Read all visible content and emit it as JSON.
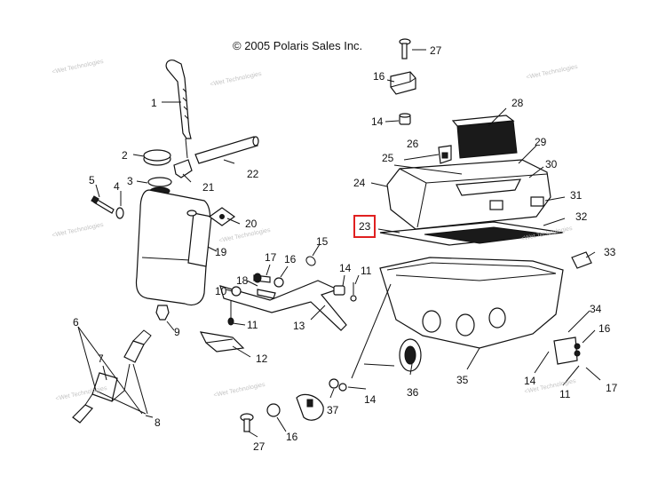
{
  "copyright": "© 2005 Polaris Sales Inc.",
  "highlighted_callout": "23",
  "callouts": [
    {
      "id": "c27a",
      "text": "27"
    },
    {
      "id": "c16a",
      "text": "16"
    },
    {
      "id": "c28",
      "text": "28"
    },
    {
      "id": "c1",
      "text": "1"
    },
    {
      "id": "c14a",
      "text": "14"
    },
    {
      "id": "c26",
      "text": "26"
    },
    {
      "id": "c29",
      "text": "29"
    },
    {
      "id": "c2",
      "text": "2"
    },
    {
      "id": "c25",
      "text": "25"
    },
    {
      "id": "c30",
      "text": "30"
    },
    {
      "id": "c22",
      "text": "22"
    },
    {
      "id": "c3",
      "text": "3"
    },
    {
      "id": "c5",
      "text": "5"
    },
    {
      "id": "c4",
      "text": "4"
    },
    {
      "id": "c21",
      "text": "21"
    },
    {
      "id": "c24",
      "text": "24"
    },
    {
      "id": "c31",
      "text": "31"
    },
    {
      "id": "c20",
      "text": "20"
    },
    {
      "id": "c32",
      "text": "32"
    },
    {
      "id": "c23",
      "text": "23"
    },
    {
      "id": "c15",
      "text": "15"
    },
    {
      "id": "c19",
      "text": "19"
    },
    {
      "id": "c17a",
      "text": "17"
    },
    {
      "id": "c16b",
      "text": "16"
    },
    {
      "id": "c33",
      "text": "33"
    },
    {
      "id": "c14b",
      "text": "14"
    },
    {
      "id": "c11a",
      "text": "11"
    },
    {
      "id": "c18",
      "text": "18"
    },
    {
      "id": "c10",
      "text": "10"
    },
    {
      "id": "c34",
      "text": "34"
    },
    {
      "id": "c11b",
      "text": "11"
    },
    {
      "id": "c13",
      "text": "13"
    },
    {
      "id": "c6",
      "text": "6"
    },
    {
      "id": "c9",
      "text": "9"
    },
    {
      "id": "c16c",
      "text": "16"
    },
    {
      "id": "c12",
      "text": "12"
    },
    {
      "id": "c7",
      "text": "7"
    },
    {
      "id": "c35",
      "text": "35"
    },
    {
      "id": "c14c",
      "text": "14"
    },
    {
      "id": "c17b",
      "text": "17"
    },
    {
      "id": "c36",
      "text": "36"
    },
    {
      "id": "c14d",
      "text": "14"
    },
    {
      "id": "c11c",
      "text": "11"
    },
    {
      "id": "c37",
      "text": "37"
    },
    {
      "id": "c8",
      "text": "8"
    },
    {
      "id": "c27b",
      "text": "27"
    },
    {
      "id": "c16d",
      "text": "16"
    }
  ],
  "watermark": "<Wet Technologies"
}
